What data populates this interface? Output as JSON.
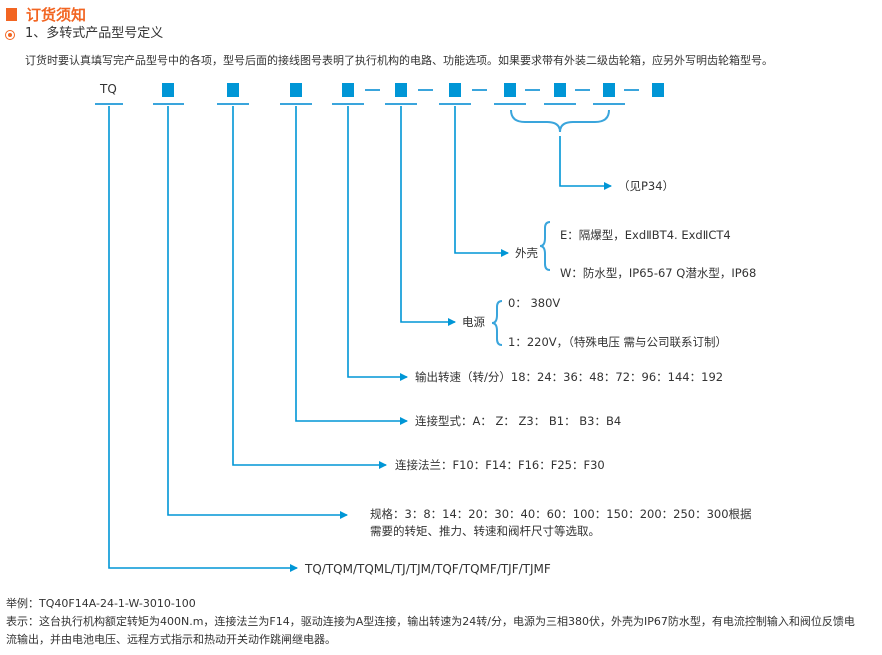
{
  "header": {
    "title": "订货须知",
    "section": "1、多转式产品型号定义",
    "intro": "订货时要认真填写完产品型号中的各项，型号后面的接线图号表明了执行机构的电路、功能选项。如果要求带有外装二级齿轮箱，应另外写明齿轮箱型号。"
  },
  "diagram": {
    "prefix": "TQ",
    "gearbox": "（见P34）",
    "housing": {
      "label": "外壳",
      "e": "E：隔爆型，ExdⅡBT4. ExdⅡCT4",
      "w": "W：防水型，IP65-67 Q潜水型，IP68"
    },
    "power": {
      "label": "电源",
      "o0": "0： 380V",
      "o1": "1：220V，（特殊电压 需与公司联系订制）"
    },
    "speed": "输出转速（转/分）18：24：36：48：72：96：144：192",
    "connection": "连接型式：A： Z：  Z3：  B1：  B3：B4",
    "flange": "连接法兰：F10：F14：F16：F25：F30",
    "size_line1": "规格：3：8：14：20：30：40：60：100：150：200：250：300根据",
    "size_line2": "需要的转矩、推力、转速和阀杆尺寸等选取。",
    "models": "TQ/TQM/TQML/TJ/TJM/TQF/TQMF/TJF/TJMF"
  },
  "example": {
    "line1": "举例：TQ40F14A-24-1-W-3010-100",
    "line2": "表示：这台执行机构额定转矩为400N.m，连接法兰为F14，驱动连接为A型连接，输出转速为24转/分，电源为三相380伏，外壳为IP67防水型，有电流控制输入和阀位反馈电",
    "line3": "流输出，并由电池电压、远程方式指示和热动开关动作跳闸继电器。"
  },
  "colors": {
    "accent": "#f26522",
    "line": "#0096d6"
  }
}
